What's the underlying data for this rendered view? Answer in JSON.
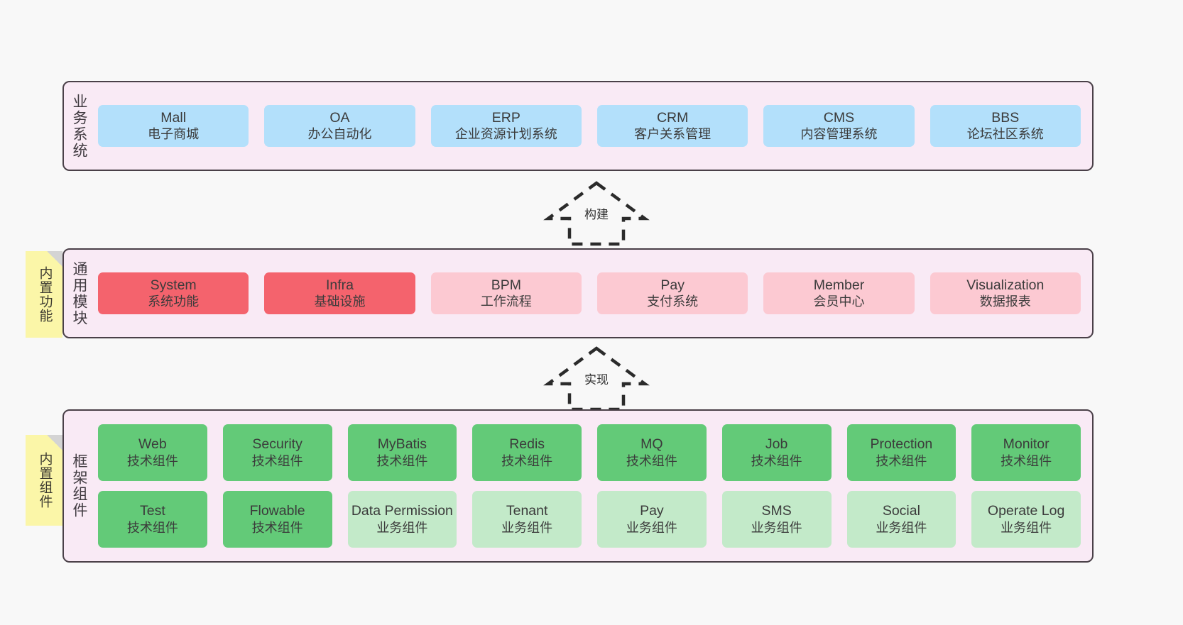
{
  "diagram": {
    "background_color": "#f8f8f8",
    "panel_bg": "#f9eaf5",
    "panel_border": "#4a4048",
    "colors": {
      "blue": "#b3e0fb",
      "red": "#f4636d",
      "pink": "#fcc9d2",
      "green": "#63ca78",
      "green_light": "#c3eac9",
      "sticky_yellow": "#fbf6a8",
      "sticky_fold": "#d4d4d4"
    }
  },
  "layers": {
    "business": {
      "title": "业务系统",
      "items": [
        {
          "en": "Mall",
          "cn": "电子商城",
          "tone": "tone-blue"
        },
        {
          "en": "OA",
          "cn": "办公自动化",
          "tone": "tone-blue"
        },
        {
          "en": "ERP",
          "cn": "企业资源计划系统",
          "tone": "tone-blue"
        },
        {
          "en": "CRM",
          "cn": "客户关系管理",
          "tone": "tone-blue"
        },
        {
          "en": "CMS",
          "cn": "内容管理系统",
          "tone": "tone-blue"
        },
        {
          "en": "BBS",
          "cn": "论坛社区系统",
          "tone": "tone-blue"
        }
      ]
    },
    "common": {
      "title": "通用模块",
      "sticky": "内置功能",
      "items": [
        {
          "en": "System",
          "cn": "系统功能",
          "tone": "tone-red"
        },
        {
          "en": "Infra",
          "cn": "基础设施",
          "tone": "tone-red"
        },
        {
          "en": "BPM",
          "cn": "工作流程",
          "tone": "tone-pink"
        },
        {
          "en": "Pay",
          "cn": "支付系统",
          "tone": "tone-pink"
        },
        {
          "en": "Member",
          "cn": "会员中心",
          "tone": "tone-pink"
        },
        {
          "en": "Visualization",
          "cn": "数据报表",
          "tone": "tone-pink"
        }
      ]
    },
    "framework": {
      "title": "框架组件",
      "sticky": "内置组件",
      "row1": [
        {
          "en": "Web",
          "cn": "技术组件",
          "tone": "tone-green"
        },
        {
          "en": "Security",
          "cn": "技术组件",
          "tone": "tone-green"
        },
        {
          "en": "MyBatis",
          "cn": "技术组件",
          "tone": "tone-green"
        },
        {
          "en": "Redis",
          "cn": "技术组件",
          "tone": "tone-green"
        },
        {
          "en": "MQ",
          "cn": "技术组件",
          "tone": "tone-green"
        },
        {
          "en": "Job",
          "cn": "技术组件",
          "tone": "tone-green"
        },
        {
          "en": "Protection",
          "cn": "技术组件",
          "tone": "tone-green"
        },
        {
          "en": "Monitor",
          "cn": "技术组件",
          "tone": "tone-green"
        }
      ],
      "row2": [
        {
          "en": "Test",
          "cn": "技术组件",
          "tone": "tone-green"
        },
        {
          "en": "Flowable",
          "cn": "技术组件",
          "tone": "tone-green"
        },
        {
          "en": "Data Permission",
          "cn": "业务组件",
          "tone": "tone-greenlight"
        },
        {
          "en": "Tenant",
          "cn": "业务组件",
          "tone": "tone-greenlight"
        },
        {
          "en": "Pay",
          "cn": "业务组件",
          "tone": "tone-greenlight"
        },
        {
          "en": "SMS",
          "cn": "业务组件",
          "tone": "tone-greenlight"
        },
        {
          "en": "Social",
          "cn": "业务组件",
          "tone": "tone-greenlight"
        },
        {
          "en": "Operate Log",
          "cn": "业务组件",
          "tone": "tone-greenlight"
        }
      ]
    }
  },
  "arrows": [
    {
      "label": "构建",
      "direction": "up",
      "style": "dashed-hollow"
    },
    {
      "label": "实现",
      "direction": "up",
      "style": "dashed-hollow"
    }
  ]
}
